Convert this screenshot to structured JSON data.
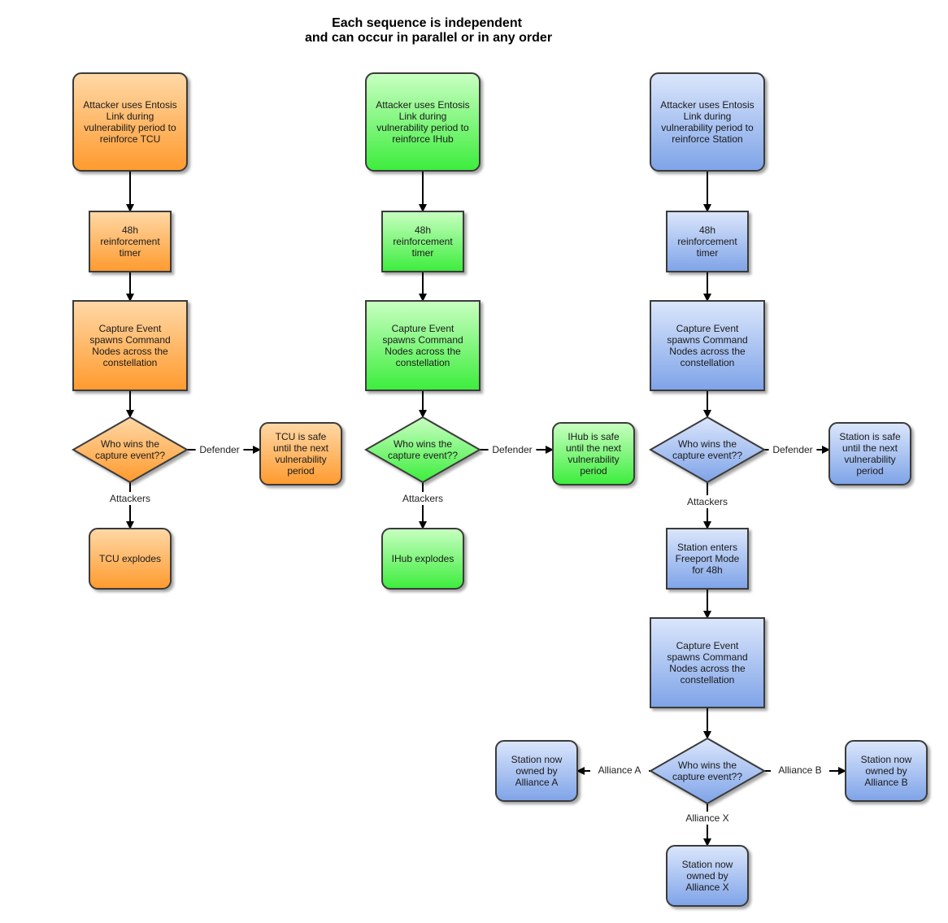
{
  "title": {
    "line1": "Each sequence is independent",
    "line2": "and can occur in parallel or in any order"
  },
  "palette": {
    "orange": {
      "top": "#ffd8a6",
      "bottom": "#ff9a2e",
      "stroke": "#3a3a3a"
    },
    "green": {
      "top": "#c9ffc2",
      "bottom": "#3ced3c",
      "stroke": "#3a3a3a"
    },
    "blue": {
      "top": "#dbe6fb",
      "bottom": "#7ea3e8",
      "stroke": "#3a3a3a"
    }
  },
  "nodes": [
    {
      "id": "tcu_start",
      "color": "orange",
      "shape": "rounded",
      "lines": [
        "Attacker uses Entosis",
        "Link during",
        "vulnerability period to",
        "reinforce TCU"
      ]
    },
    {
      "id": "tcu_timer",
      "color": "orange",
      "shape": "rect",
      "lines": [
        "48h",
        "reinforcement",
        "timer"
      ]
    },
    {
      "id": "tcu_capture",
      "color": "orange",
      "shape": "rect",
      "lines": [
        "Capture Event",
        "spawns Command",
        "Nodes across the",
        "constellation"
      ]
    },
    {
      "id": "tcu_decision",
      "color": "orange",
      "shape": "diamond",
      "lines": [
        "Who wins the",
        "capture event??"
      ]
    },
    {
      "id": "tcu_safe",
      "color": "orange",
      "shape": "rounded",
      "lines": [
        "TCU is safe",
        "until the next",
        "vulnerability",
        "period"
      ]
    },
    {
      "id": "tcu_explodes",
      "color": "orange",
      "shape": "rounded",
      "lines": [
        "TCU explodes"
      ]
    },
    {
      "id": "ihub_start",
      "color": "green",
      "shape": "rounded",
      "lines": [
        "Attacker uses Entosis",
        "Link during",
        "vulnerability period to",
        "reinforce IHub"
      ]
    },
    {
      "id": "ihub_timer",
      "color": "green",
      "shape": "rect",
      "lines": [
        "48h",
        "reinforcement",
        "timer"
      ]
    },
    {
      "id": "ihub_capture",
      "color": "green",
      "shape": "rect",
      "lines": [
        "Capture Event",
        "spawns Command",
        "Nodes across the",
        "constellation"
      ]
    },
    {
      "id": "ihub_decision",
      "color": "green",
      "shape": "diamond",
      "lines": [
        "Who wins the",
        "capture event??"
      ]
    },
    {
      "id": "ihub_safe",
      "color": "green",
      "shape": "rounded",
      "lines": [
        "IHub is safe",
        "until the next",
        "vulnerability",
        "period"
      ]
    },
    {
      "id": "ihub_explodes",
      "color": "green",
      "shape": "rounded",
      "lines": [
        "IHub explodes"
      ]
    },
    {
      "id": "st_start",
      "color": "blue",
      "shape": "rounded",
      "lines": [
        "Attacker uses Entosis",
        "Link during",
        "vulnerability period to",
        "reinforce Station"
      ]
    },
    {
      "id": "st_timer",
      "color": "blue",
      "shape": "rect",
      "lines": [
        "48h",
        "reinforcement",
        "timer"
      ]
    },
    {
      "id": "st_capture",
      "color": "blue",
      "shape": "rect",
      "lines": [
        "Capture Event",
        "spawns Command",
        "Nodes across the",
        "constellation"
      ]
    },
    {
      "id": "st_decision",
      "color": "blue",
      "shape": "diamond",
      "lines": [
        "Who wins the",
        "capture event??"
      ]
    },
    {
      "id": "st_safe",
      "color": "blue",
      "shape": "rounded",
      "lines": [
        "Station is safe",
        "until the next",
        "vulnerability",
        "period"
      ]
    },
    {
      "id": "st_freeport",
      "color": "blue",
      "shape": "rect",
      "lines": [
        "Station enters",
        "Freeport Mode",
        "for 48h"
      ]
    },
    {
      "id": "st_capture2",
      "color": "blue",
      "shape": "rect",
      "lines": [
        "Capture Event",
        "spawns Command",
        "Nodes across the",
        "constellation"
      ]
    },
    {
      "id": "st_decision2",
      "color": "blue",
      "shape": "diamond",
      "lines": [
        "Who wins the",
        "capture event??"
      ]
    },
    {
      "id": "st_owned_a",
      "color": "blue",
      "shape": "rounded",
      "lines": [
        "Station now",
        "owned by",
        "Alliance A"
      ]
    },
    {
      "id": "st_owned_b",
      "color": "blue",
      "shape": "rounded",
      "lines": [
        "Station now",
        "owned by",
        "Alliance B"
      ]
    },
    {
      "id": "st_owned_x",
      "color": "blue",
      "shape": "rounded",
      "lines": [
        "Station now",
        "owned by",
        "Alliance X"
      ]
    }
  ],
  "edges": [
    {
      "from": "tcu_start",
      "to": "tcu_timer",
      "label": ""
    },
    {
      "from": "tcu_timer",
      "to": "tcu_capture",
      "label": ""
    },
    {
      "from": "tcu_capture",
      "to": "tcu_decision",
      "label": ""
    },
    {
      "from": "tcu_decision",
      "to": "tcu_safe",
      "label": "Defender"
    },
    {
      "from": "tcu_decision",
      "to": "tcu_explodes",
      "label": "Attackers"
    },
    {
      "from": "ihub_start",
      "to": "ihub_timer",
      "label": ""
    },
    {
      "from": "ihub_timer",
      "to": "ihub_capture",
      "label": ""
    },
    {
      "from": "ihub_capture",
      "to": "ihub_decision",
      "label": ""
    },
    {
      "from": "ihub_decision",
      "to": "ihub_safe",
      "label": "Defender"
    },
    {
      "from": "ihub_decision",
      "to": "ihub_explodes",
      "label": "Attackers"
    },
    {
      "from": "st_start",
      "to": "st_timer",
      "label": ""
    },
    {
      "from": "st_timer",
      "to": "st_capture",
      "label": ""
    },
    {
      "from": "st_capture",
      "to": "st_decision",
      "label": ""
    },
    {
      "from": "st_decision",
      "to": "st_safe",
      "label": "Defender"
    },
    {
      "from": "st_decision",
      "to": "st_freeport",
      "label": "Attackers"
    },
    {
      "from": "st_freeport",
      "to": "st_capture2",
      "label": ""
    },
    {
      "from": "st_capture2",
      "to": "st_decision2",
      "label": ""
    },
    {
      "from": "st_decision2",
      "to": "st_owned_a",
      "label": "Alliance A"
    },
    {
      "from": "st_decision2",
      "to": "st_owned_b",
      "label": "Alliance B"
    },
    {
      "from": "st_decision2",
      "to": "st_owned_x",
      "label": "Alliance X"
    }
  ]
}
